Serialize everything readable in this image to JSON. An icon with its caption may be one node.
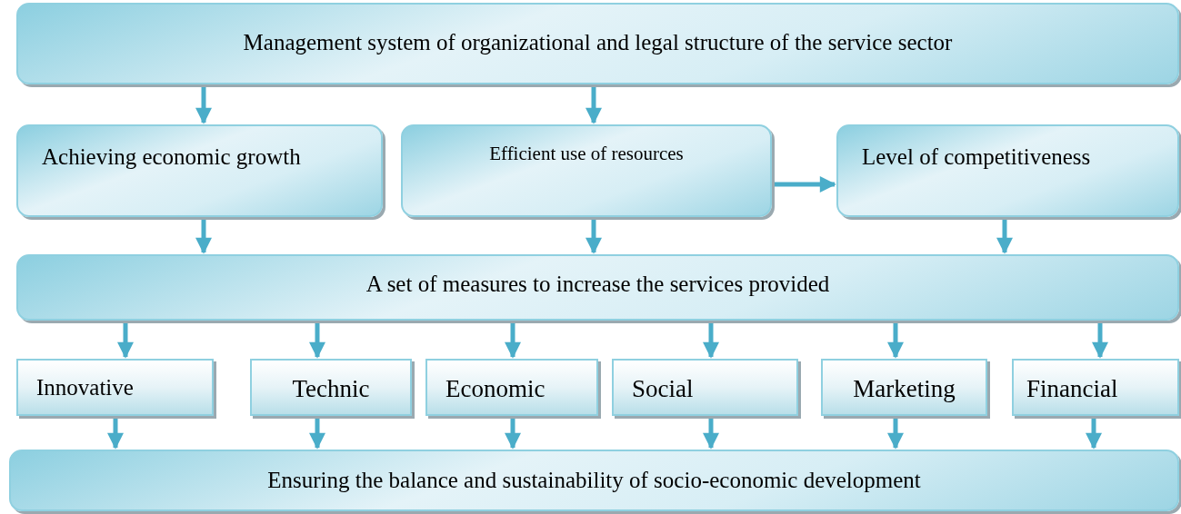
{
  "diagram": {
    "nodes": [
      {
        "text": [
          "Management system of organizational and legal structure of the service sector"
        ]
      },
      {
        "text": [
          "Achieving economic growth"
        ]
      },
      {
        "text": [
          "Efficient use of resources"
        ]
      },
      {
        "text": [
          "Level of competitiveness"
        ]
      },
      {
        "text": [
          "A set of measures to increase the services provided"
        ]
      },
      {
        "text": [
          "Innovative"
        ]
      },
      {
        "text": [
          "Technic"
        ]
      },
      {
        "text": [
          "Economic"
        ]
      },
      {
        "text": [
          "Social"
        ]
      },
      {
        "text": [
          "Marketing"
        ]
      },
      {
        "text": [
          "Financial"
        ]
      },
      {
        "text": [
          "Ensuring the balance and sustainability of socio-economic development"
        ]
      }
    ],
    "edges": [
      {
        "from": 0,
        "to": 1,
        "arrow": "to"
      },
      {
        "from": 0,
        "to": 2,
        "arrow": "to"
      },
      {
        "from": 2,
        "to": 3,
        "arrow": "to"
      },
      {
        "from": 1,
        "to": 4,
        "arrow": "to"
      },
      {
        "from": 2,
        "to": 4,
        "arrow": "to"
      },
      {
        "from": 3,
        "to": 4,
        "arrow": "to"
      },
      {
        "from": 4,
        "to": 5,
        "arrow": "to"
      },
      {
        "from": 4,
        "to": 6,
        "arrow": "to"
      },
      {
        "from": 4,
        "to": 7,
        "arrow": "to"
      },
      {
        "from": 4,
        "to": 8,
        "arrow": "to"
      },
      {
        "from": 4,
        "to": 9,
        "arrow": "to"
      },
      {
        "from": 4,
        "to": 10,
        "arrow": "to"
      },
      {
        "from": 5,
        "to": 11,
        "arrow": "to"
      },
      {
        "from": 6,
        "to": 11,
        "arrow": "to"
      },
      {
        "from": 7,
        "to": 11,
        "arrow": "to"
      },
      {
        "from": 8,
        "to": 11,
        "arrow": "to"
      },
      {
        "from": 9,
        "to": 11,
        "arrow": "to"
      },
      {
        "from": 10,
        "to": 11,
        "arrow": "to"
      }
    ]
  }
}
